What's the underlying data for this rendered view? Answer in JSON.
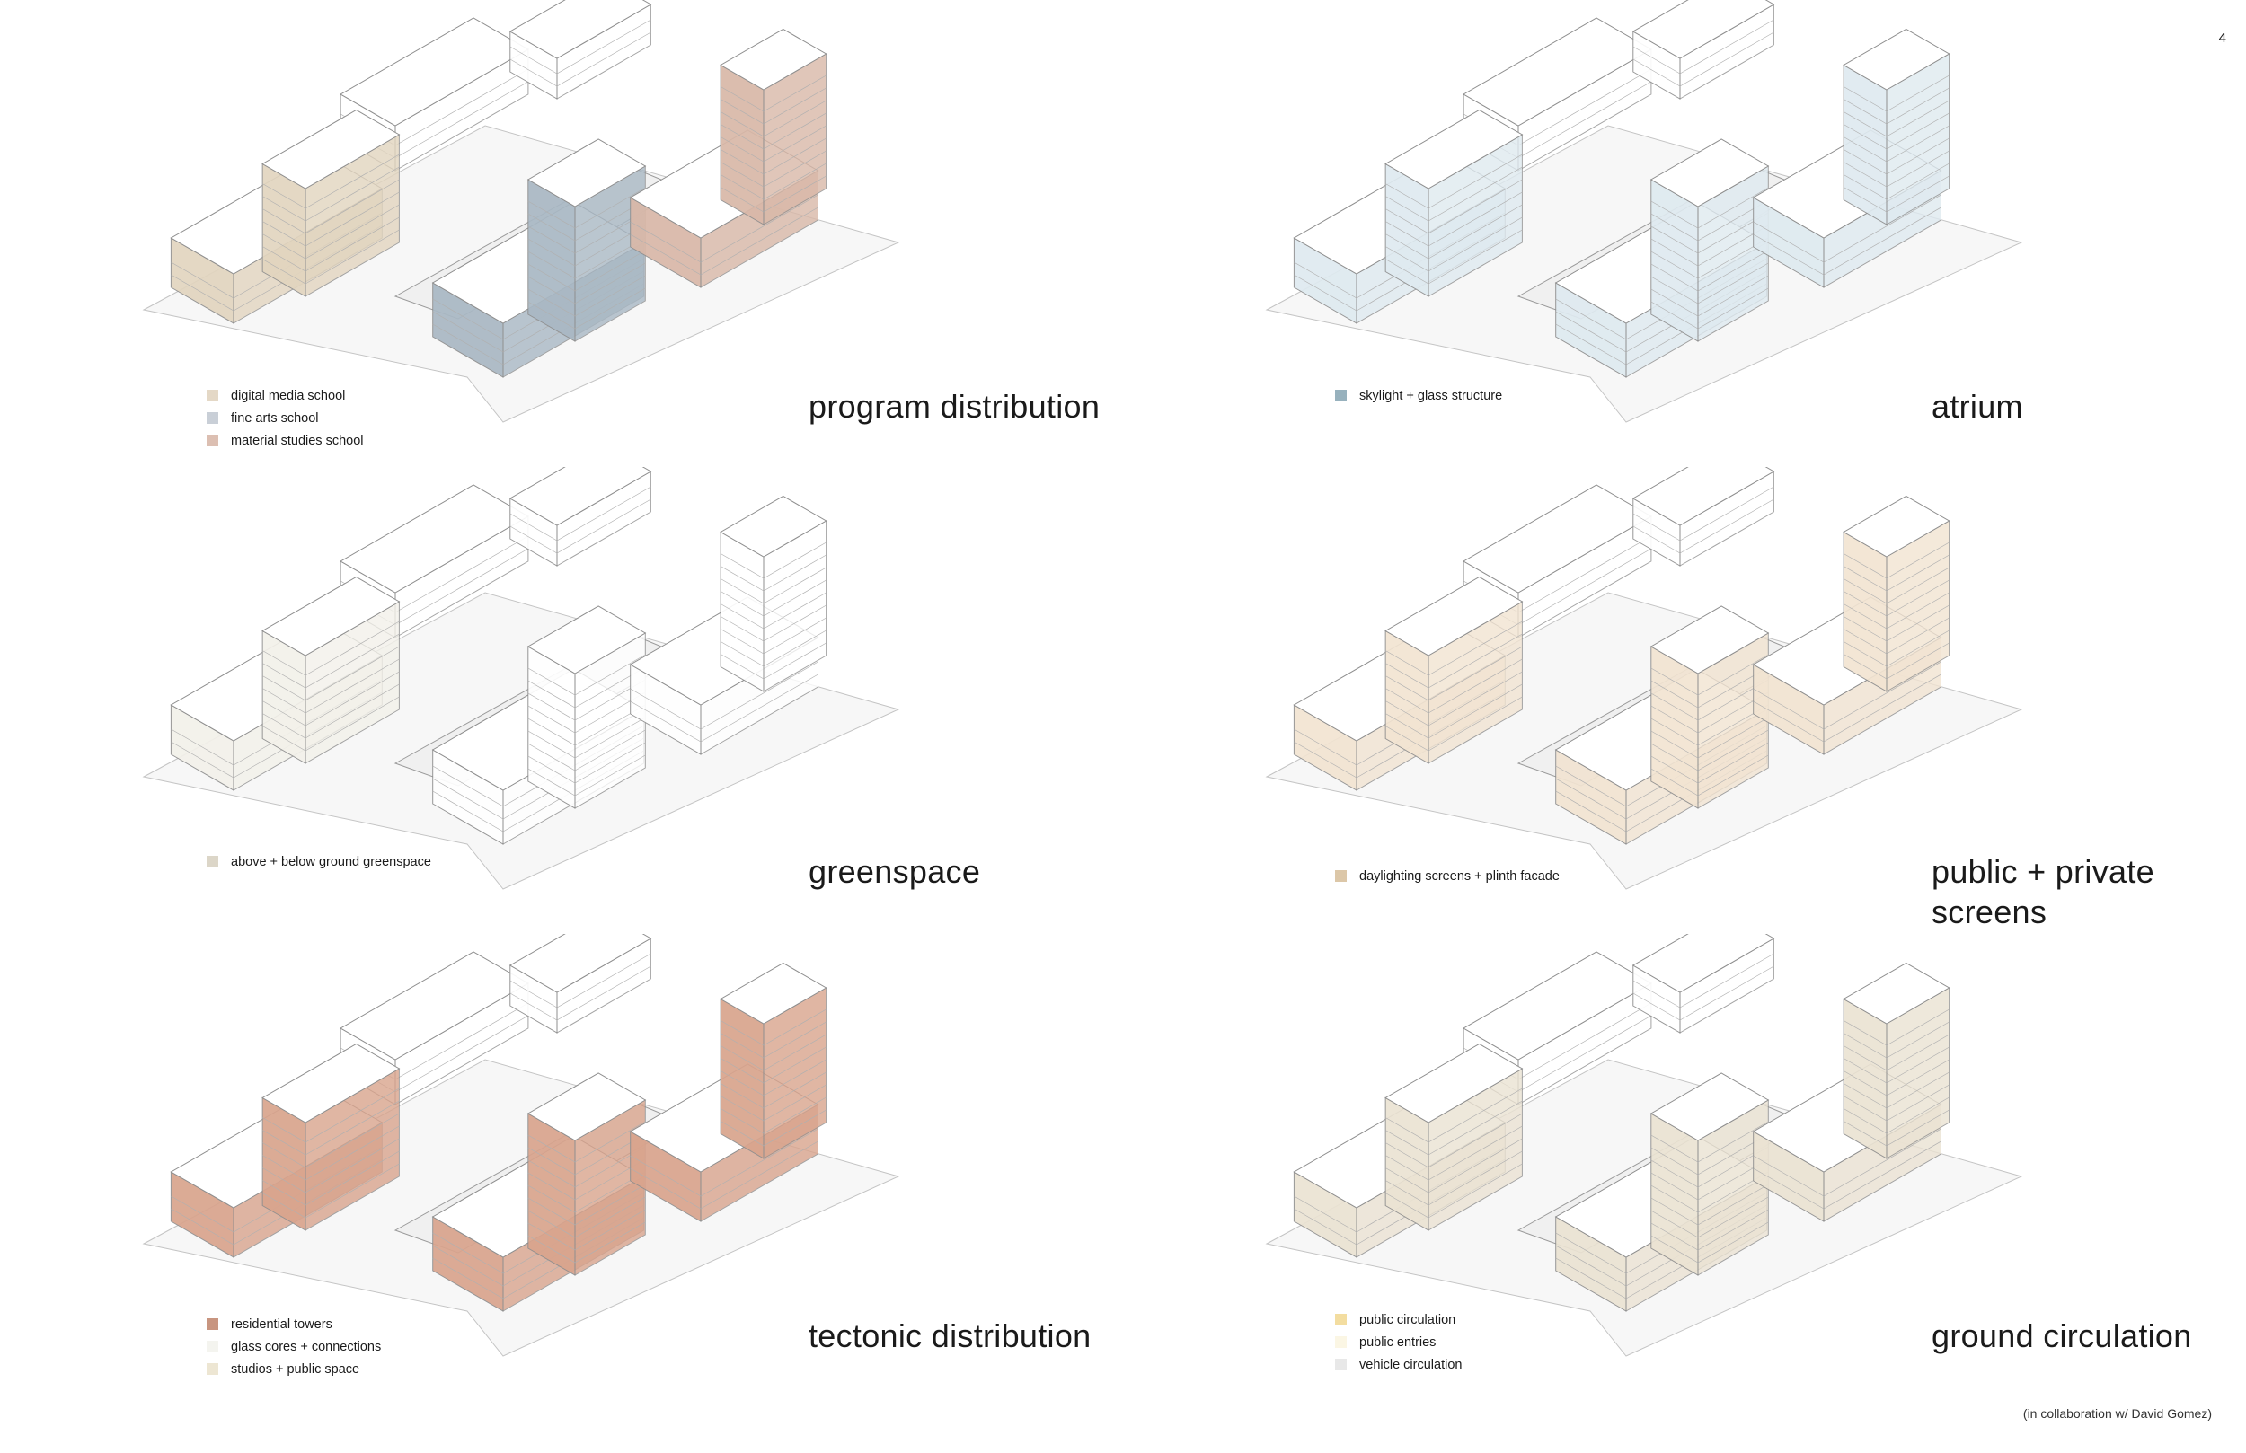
{
  "page_number": "4",
  "credit": "(in collaboration w/ David Gomez)",
  "panels": [
    {
      "title_lines": [
        "program distribution"
      ],
      "legend": [
        {
          "label": "digital media school",
          "color": "#e4d8c6"
        },
        {
          "label": "fine arts school",
          "color": "#c9cfd7"
        },
        {
          "label": "material studies school",
          "color": "#dcbfb2"
        }
      ],
      "fills": {
        "a": "#e2d5bf",
        "b": "#a9b8c4",
        "c": "#d9b8a8"
      }
    },
    {
      "title_lines": [
        "atrium"
      ],
      "legend": [
        {
          "label": "skylight + glass structure",
          "color": "#97b1bd"
        }
      ],
      "fills": {
        "a": "#dfeaf0",
        "b": "#dfeaf0",
        "c": "#dfeaf0"
      }
    },
    {
      "title_lines": [
        "greenspace"
      ],
      "legend": [
        {
          "label": "above + below ground greenspace",
          "color": "#dcd6c8"
        }
      ],
      "fills": {
        "a": "#f3f1ea",
        "b": "#ffffff",
        "c": "#ffffff"
      }
    },
    {
      "title_lines": [
        "public + private",
        "screens"
      ],
      "legend": [
        {
          "label": "daylighting screens + plinth facade",
          "color": "#dcc7a8"
        }
      ],
      "fills": {
        "a": "#f2e4d2",
        "b": "#f2e4d2",
        "c": "#f2e4d2"
      }
    },
    {
      "title_lines": [
        "tectonic distribution"
      ],
      "legend": [
        {
          "label": "residential towers",
          "color": "#c89580"
        },
        {
          "label": "glass cores + connections",
          "color": "#f4f4ef"
        },
        {
          "label": "studios + public space",
          "color": "#ede6d3"
        }
      ],
      "fills": {
        "a": "#d9a48d",
        "b": "#d9a48d",
        "c": "#d9a48d"
      }
    },
    {
      "title_lines": [
        "ground circulation"
      ],
      "legend": [
        {
          "label": "public circulation",
          "color": "#f3dda0"
        },
        {
          "label": "public entries",
          "color": "#fbf6e4"
        },
        {
          "label": "vehicle circulation",
          "color": "#e8e8e8"
        }
      ],
      "fills": {
        "a": "#ebe3d3",
        "b": "#ebe3d3",
        "c": "#ebe3d3"
      }
    }
  ]
}
